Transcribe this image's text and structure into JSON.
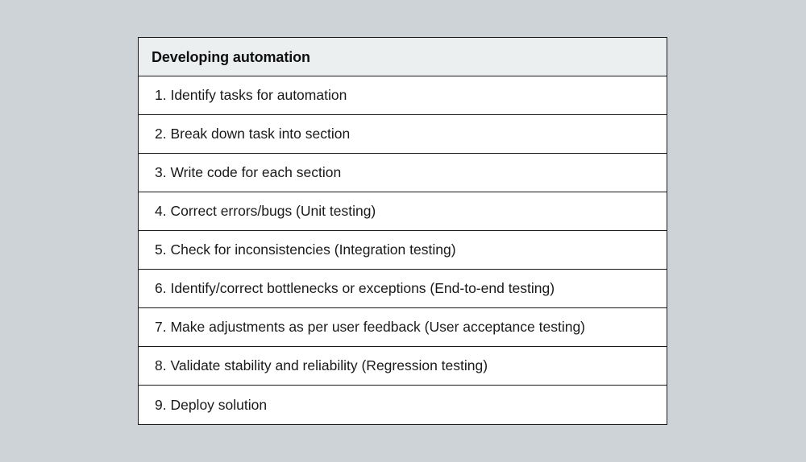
{
  "colors": {
    "page_background": "#ced3d8",
    "header_background": "#eceff0",
    "row_background": "#ffffff",
    "border": "#1a1a1a",
    "text": "#1a1a1a",
    "header_text": "#0f0f0f"
  },
  "table": {
    "header": {
      "title": "Developing automation"
    },
    "rows": [
      {
        "text": "1. Identify tasks for automation"
      },
      {
        "text": "2. Break down task into section"
      },
      {
        "text": "3. Write code for each section"
      },
      {
        "text": "4. Correct errors/bugs (Unit testing)"
      },
      {
        "text": "5. Check for inconsistencies (Integration testing)"
      },
      {
        "text": "6. Identify/correct bottlenecks or exceptions (End-to-end testing)"
      },
      {
        "text": "7. Make adjustments as per user feedback (User acceptance testing)"
      },
      {
        "text": "8. Validate stability and reliability (Regression testing)"
      },
      {
        "text": "9. Deploy solution"
      }
    ]
  }
}
